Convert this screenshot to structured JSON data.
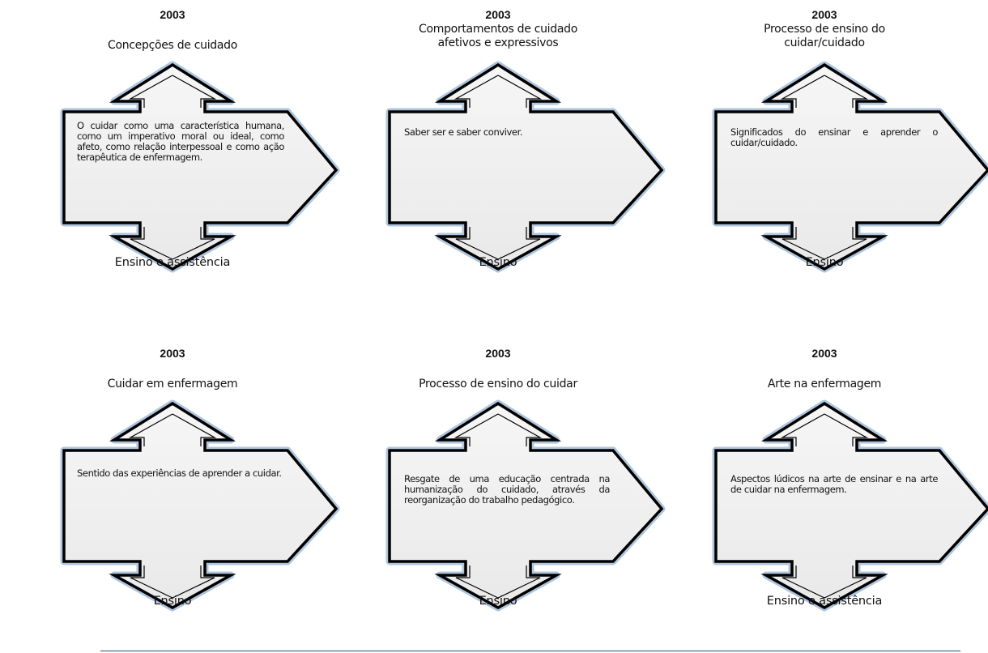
{
  "cards": [
    {
      "year": "2003",
      "title": "Concepções de cuidado",
      "description": "O cuidar como uma característica humana, como um imperativo moral ou ideal, como afeto, como relação interpessoal e como ação terapêutica de enfermagem.",
      "bottom": "Ensino e assistência"
    },
    {
      "year": "2003",
      "title": "Comportamentos de cuidado afetivos e expressivos",
      "description": "Saber ser e saber conviver.",
      "bottom": "Ensino"
    },
    {
      "year": "2003",
      "title": "Processo de ensino do cuidar/cuidado",
      "description": "Significados do ensinar e aprender o cuidar/cuidado.",
      "bottom": "Ensino"
    },
    {
      "year": "2003",
      "title": "Cuidar em enfermagem",
      "description": "Sentido das experiências de aprender a cuidar.",
      "bottom": "Ensino"
    },
    {
      "year": "2003",
      "title": "Processo de ensino do cuidar",
      "description": "Resgate de uma educação centrada na humanização do cuidado, através da reorganização do trabalho pedagógico.",
      "bottom": "Ensino"
    },
    {
      "year": "2003",
      "title": "Arte na enfermagem",
      "description": "Aspectos lúdicos na arte de ensinar e na arte de cuidar na enfermagem.",
      "bottom": "Ensino e assistência"
    }
  ],
  "colors": {
    "shape_fill": "#f2f2f2",
    "shape_outline": "#000000",
    "shape_glow": "#9bb7d4",
    "rule": "#1f4e79"
  }
}
